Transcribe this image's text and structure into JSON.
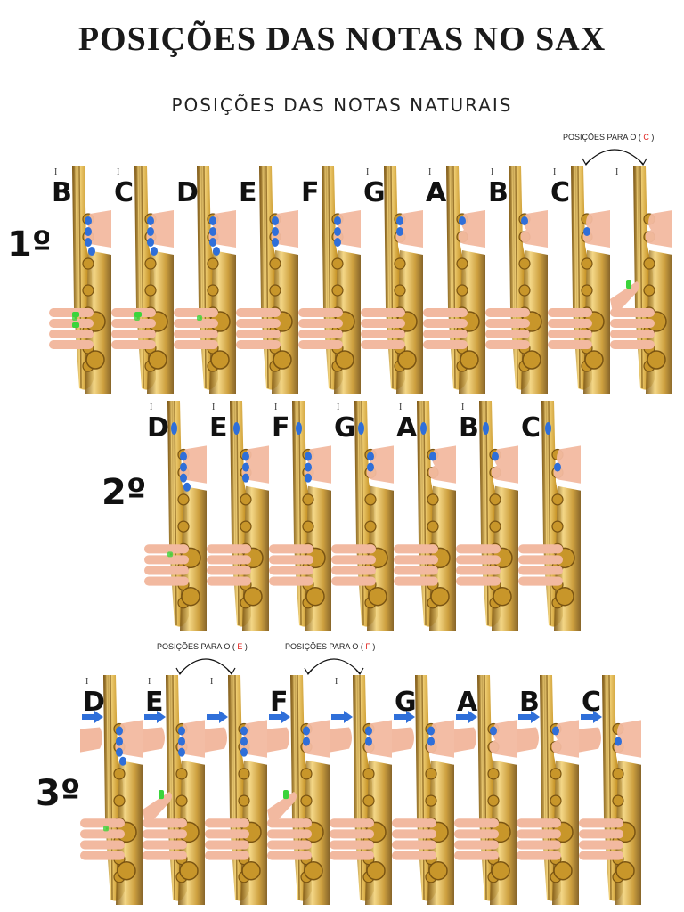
{
  "page": {
    "title": "POSIÇÕES DAS NOTAS NO SAX",
    "subtitle": "POSIÇÕES DAS NOTAS NATURAIS"
  },
  "rows": [
    {
      "label": "1º",
      "notes": [
        "B",
        "C",
        "D",
        "E",
        "F",
        "G",
        "A",
        "B",
        "C",
        ""
      ],
      "annotations": [
        {
          "prefix": "POSIÇÕES PARA O (",
          "note": "C",
          "suffix": ")"
        }
      ]
    },
    {
      "label": "2º",
      "notes": [
        "D",
        "E",
        "F",
        "G",
        "A",
        "B",
        "C"
      ],
      "annotations": []
    },
    {
      "label": "3º",
      "notes": [
        "D",
        "E",
        "",
        "F",
        "",
        "G",
        "A",
        "B",
        "C"
      ],
      "annotations": [
        {
          "prefix": "POSIÇÕES PARA O (",
          "note": "E",
          "suffix": ")"
        },
        {
          "prefix": "POSIÇÕES PARA O (",
          "note": "F",
          "suffix": ")"
        }
      ]
    }
  ],
  "colors": {
    "sax_gold": "#c8962a",
    "sax_highlight": "#f3d37a",
    "sax_shadow": "#7a5412",
    "skin": "#f2b9a0",
    "key_blue": "#2f6fd9",
    "key_green": "#3bd43b",
    "note_red": "#e0201c"
  },
  "icons": [
    "saxophone-icon",
    "hand-icon",
    "octave-key-icon",
    "right-arrow-icon"
  ]
}
